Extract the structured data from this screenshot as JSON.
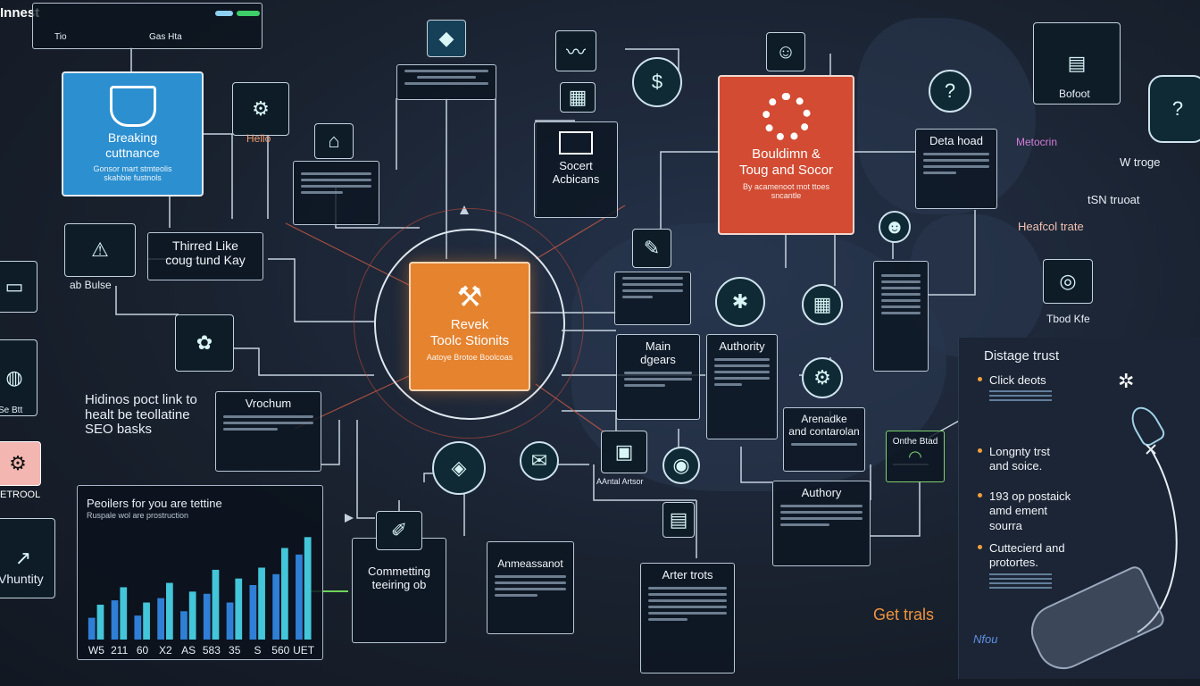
{
  "title": "Innest",
  "topbar": {
    "item_left": "Tio",
    "item_right": "Gas Hta"
  },
  "blue_card": {
    "title": "Breaking\ncuttnance",
    "sub": "Gonsor mart stmteolis\nskahbie fustnols"
  },
  "red_card": {
    "title": "Bouldimn &\nToug and Socor",
    "sub": "By acamenoot mot ttoes\nsncantle"
  },
  "orange_card": {
    "title": "Revek\nToolc Stionits",
    "sub": "Aatoye Brotoe Boolcoas"
  },
  "labels": {
    "hello": "Hello",
    "tribe": "Thirred Like\ncoug tund Kay",
    "ab_blue": "ab Bulse",
    "hidden": "Hidinos poct link to\nhealt be teollatine\nSEO basks",
    "se_btt": "Se Btt",
    "troo": "ETROOL",
    "vhuntity": "Vhuntity",
    "vrochum": "Vrochum",
    "socert": "Socert\nAcbicans",
    "deta": "Deta hoad",
    "metocrin": "Metocrin",
    "wtroge": "W troge",
    "tsn": "tSN truoat",
    "heafcol": "Heafcol trate",
    "tbod": "Tbod Kfe",
    "botool": "Bofoot",
    "main": "Main\ndgears",
    "authority_top": "Authority",
    "answer": "Arenadke\nand contarolan",
    "authory": "Authory",
    "ont": "Onthe Btad",
    "arter": "Arter trots",
    "amr": "Anmeassanot",
    "coms": "Commetting\nteeiring ob",
    "gettrals": "Get trals",
    "ahwsr": "AAntal Artsor"
  },
  "right_panel": {
    "title": "Distage trust",
    "items": [
      "Click deots",
      "Longnty trst\nand soice.",
      "193 op postaick\namd ement\nsourra",
      "Cuttecierd and\nprotortes."
    ],
    "sign": "Nfou"
  },
  "chart_data": {
    "type": "bar",
    "title": "Peoilers for you are tettine",
    "subtitle": "Ruspale wol are prostruction",
    "categories": [
      "W5",
      "211",
      "60",
      "X2",
      "AS",
      "583",
      "35",
      "S",
      "560",
      "UET"
    ],
    "series": [
      {
        "name": "",
        "values": [
          20,
          36,
          22,
          38,
          26,
          42,
          34,
          50,
          60,
          78
        ]
      },
      {
        "name": "",
        "values": [
          32,
          48,
          34,
          52,
          44,
          64,
          56,
          66,
          84,
          94
        ]
      }
    ],
    "ylim": [
      0,
      100
    ],
    "colors": [
      "#2f7fd6",
      "#43c6d9"
    ]
  }
}
